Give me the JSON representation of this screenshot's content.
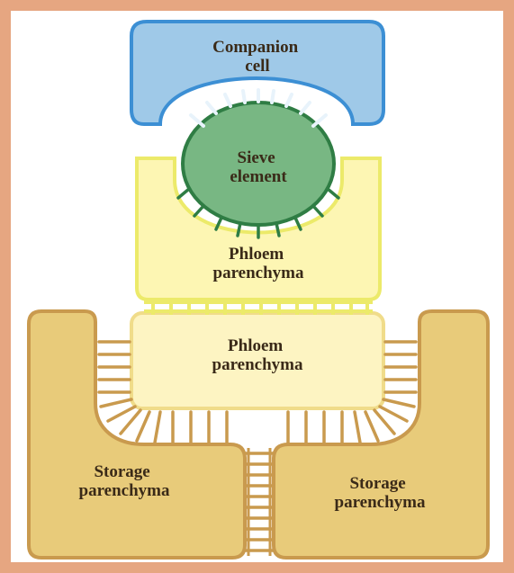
{
  "labels": {
    "companion_line1": "Companion",
    "companion_line2": "cell",
    "sieve_line1": "Sieve",
    "sieve_line2": "element",
    "phloem_upper_line1": "Phloem",
    "phloem_upper_line2": "parenchyma",
    "phloem_lower_line1": "Phloem",
    "phloem_lower_line2": "parenchyma",
    "storage_left_line1": "Storage",
    "storage_left_line2": "parenchyma",
    "storage_right_line1": "Storage",
    "storage_right_line2": "parenchyma"
  },
  "colors": {
    "frame": "#e6a681",
    "companion_fill": "#9fc9e8",
    "companion_stroke": "#3c8fd4",
    "sieve_fill": "#78b783",
    "sieve_stroke": "#2f7d44",
    "phloem_upper_fill": "#fdf6b3",
    "phloem_upper_stroke": "#ecea6a",
    "phloem_lower_fill": "#fdf4c2",
    "phloem_lower_stroke": "#f0dc8a",
    "storage_fill": "#e8cb7a",
    "storage_stroke": "#c99a4e",
    "plasmodesmata": "#c99a4e"
  }
}
